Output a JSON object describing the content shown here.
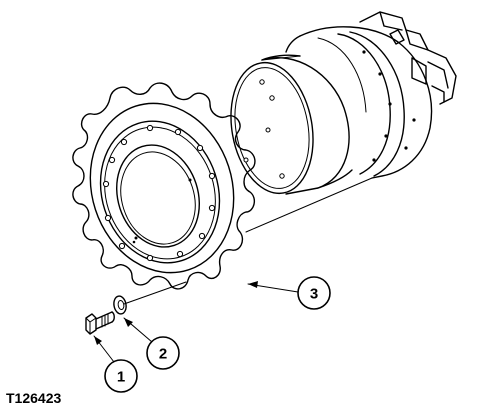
{
  "figure": {
    "id_label": "T126423",
    "callouts": [
      {
        "number": "1",
        "part": "bolt"
      },
      {
        "number": "2",
        "part": "washer"
      },
      {
        "number": "3",
        "part": "sprocket"
      }
    ]
  }
}
